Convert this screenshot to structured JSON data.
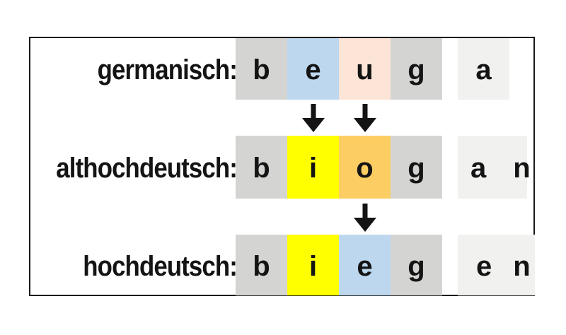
{
  "palette": {
    "gray": "#d4d4d2",
    "lightgray": "#f1f1f0",
    "blue": "#bdd7ee",
    "peach": "#fce4d6",
    "yellow": "#ffff00",
    "gold": "#fbcd63",
    "border": "#1b1b1b",
    "text": "#141414"
  },
  "diagram": {
    "rows": [
      {
        "label": "germanisch:",
        "cells": [
          {
            "char": "b",
            "color": "gray"
          },
          {
            "char": "e",
            "color": "blue"
          },
          {
            "char": "u",
            "color": "peach"
          },
          {
            "char": "g",
            "color": "gray"
          }
        ],
        "tail": {
          "color": "lightgray",
          "chars": [
            "a"
          ]
        }
      },
      {
        "label": "althochdeutsch:",
        "cells": [
          {
            "char": "b",
            "color": "gray"
          },
          {
            "char": "i",
            "color": "yellow"
          },
          {
            "char": "o",
            "color": "gold"
          },
          {
            "char": "g",
            "color": "gray"
          }
        ],
        "tail": {
          "color": "lightgray",
          "chars": [
            "a",
            "n"
          ]
        }
      },
      {
        "label": "hochdeutsch:",
        "cells": [
          {
            "char": "b",
            "color": "gray"
          },
          {
            "char": "i",
            "color": "yellow"
          },
          {
            "char": "e",
            "color": "blue"
          },
          {
            "char": "g",
            "color": "gray"
          }
        ],
        "tail": {
          "color": "lightgray",
          "chars": [
            "e",
            "n"
          ]
        }
      }
    ],
    "arrows": [
      {
        "glyph": "down-arrow",
        "from_char": "e",
        "to_char": "i"
      },
      {
        "glyph": "down-arrow",
        "from_char": "u",
        "to_char": "o"
      },
      {
        "glyph": "down-arrow",
        "from_char": "o",
        "to_char": "e"
      }
    ]
  }
}
